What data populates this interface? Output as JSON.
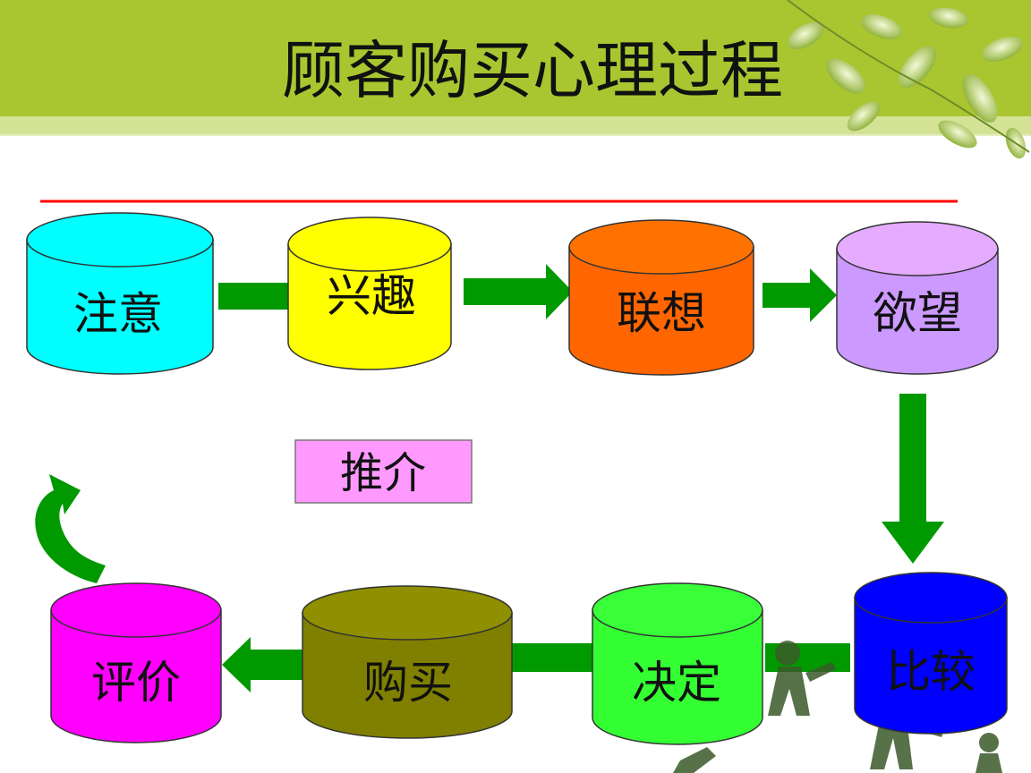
{
  "title": "顾客购买心理过程",
  "colors": {
    "title_band": "#a9c630",
    "rule": "#ff0000",
    "arrow": "#009900",
    "recommend_box": "#ff99ff"
  },
  "stages": [
    {
      "id": "attention",
      "label": "注意",
      "color": "#00ffff"
    },
    {
      "id": "interest",
      "label": "兴趣",
      "color": "#ffff00"
    },
    {
      "id": "association",
      "label": "联想",
      "color": "#ff6600"
    },
    {
      "id": "desire",
      "label": "欲望",
      "color": "#cc99ff"
    },
    {
      "id": "comparison",
      "label": "比较",
      "color": "#0000ff"
    },
    {
      "id": "decision",
      "label": "决定",
      "color": "#33ff33"
    },
    {
      "id": "purchase",
      "label": "购买",
      "color": "#808000"
    },
    {
      "id": "evaluation",
      "label": "评价",
      "color": "#ff00ff"
    }
  ],
  "recommend": {
    "label": "推介"
  }
}
